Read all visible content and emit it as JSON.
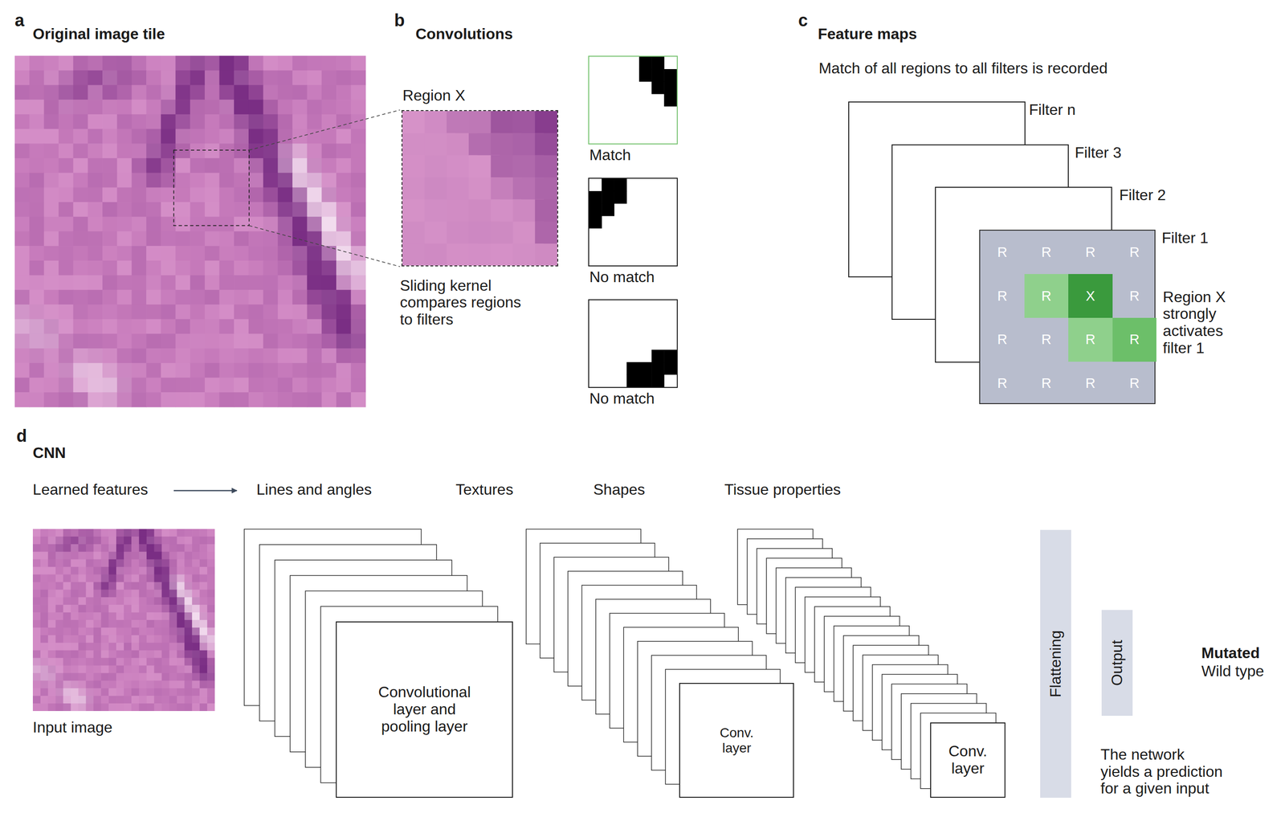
{
  "diagram": {
    "nodes": [
      {
        "text": [
          "Region X"
        ]
      },
      {
        "text": [
          "Match"
        ]
      },
      {
        "text": [
          "No match"
        ]
      },
      {
        "text": [
          "No match"
        ]
      },
      {
        "text": [
          "Filter n"
        ]
      },
      {
        "text": [
          "Filter 3"
        ]
      },
      {
        "text": [
          "Filter 2"
        ]
      },
      {
        "text": [
          "Filter 1"
        ]
      },
      {
        "text": [
          "R"
        ],
        "in": 7
      },
      {
        "text": [
          "R"
        ],
        "in": 7
      },
      {
        "text": [
          "R"
        ],
        "in": 7
      },
      {
        "text": [
          "R"
        ],
        "in": 7
      },
      {
        "text": [
          "R"
        ],
        "in": 7
      },
      {
        "text": [
          "R"
        ],
        "in": 7
      },
      {
        "text": [
          "X"
        ],
        "in": 7
      },
      {
        "text": [
          "R"
        ],
        "in": 7
      },
      {
        "text": [
          "R"
        ],
        "in": 7
      },
      {
        "text": [
          "R"
        ],
        "in": 7
      },
      {
        "text": [
          "R"
        ],
        "in": 7
      },
      {
        "text": [
          "R"
        ],
        "in": 7
      },
      {
        "text": [
          "R"
        ],
        "in": 7
      },
      {
        "text": [
          "R"
        ],
        "in": 7
      },
      {
        "text": [
          "R"
        ],
        "in": 7
      },
      {
        "text": [
          "R"
        ],
        "in": 7
      },
      {
        "text": [
          "Input image"
        ]
      },
      {
        "text": [
          "Convolutional layer and pooling layer"
        ]
      },
      {
        "text": [
          "Conv. layer"
        ]
      },
      {
        "text": [
          "Conv. layer"
        ]
      },
      {
        "text": [
          "Flattening"
        ]
      },
      {
        "text": [
          "Output"
        ]
      }
    ],
    "labels": [
      "a",
      "Original image tile",
      "b",
      "Convolutions",
      "Sliding kernel compares regions to filters",
      "c",
      "Feature maps",
      "Match of all regions to all filters is recorded",
      "Region X strongly activates filter 1",
      "d",
      "CNN",
      "Learned features",
      "Lines and angles",
      "Textures",
      "Shapes",
      "Tissue properties",
      "Mutated",
      "Wild type",
      "The network yields a prediction for a given input"
    ]
  }
}
